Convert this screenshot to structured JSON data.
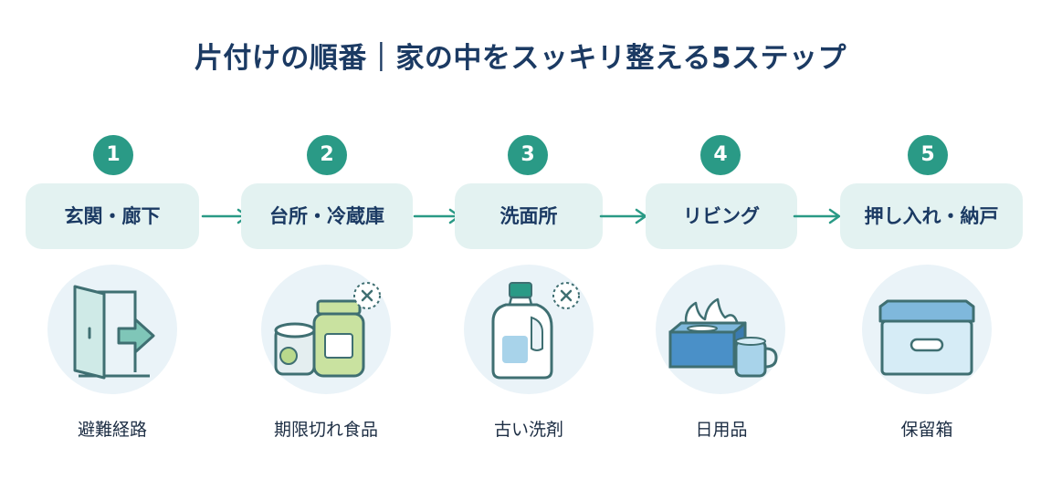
{
  "title": "片付けの順番｜家の中をスッキリ整える5ステップ",
  "steps": [
    {
      "number": "1",
      "label": "玄関・廊下",
      "item": "避難経路",
      "icon": "door-exit-icon"
    },
    {
      "number": "2",
      "label": "台所・冷蔵庫",
      "item": "期限切れ食品",
      "icon": "food-jars-icon"
    },
    {
      "number": "3",
      "label": "洗面所",
      "item": "古い洗剤",
      "icon": "detergent-bottle-icon"
    },
    {
      "number": "4",
      "label": "リビング",
      "item": "日用品",
      "icon": "tissue-mug-icon"
    },
    {
      "number": "5",
      "label": "押し入れ・納戸",
      "item": "保留箱",
      "icon": "storage-box-icon"
    }
  ],
  "colors": {
    "accent": "#2a9a86",
    "title": "#1b3a63",
    "pill": "#e3f2f1",
    "icon_bg": "#eaf3f8"
  }
}
